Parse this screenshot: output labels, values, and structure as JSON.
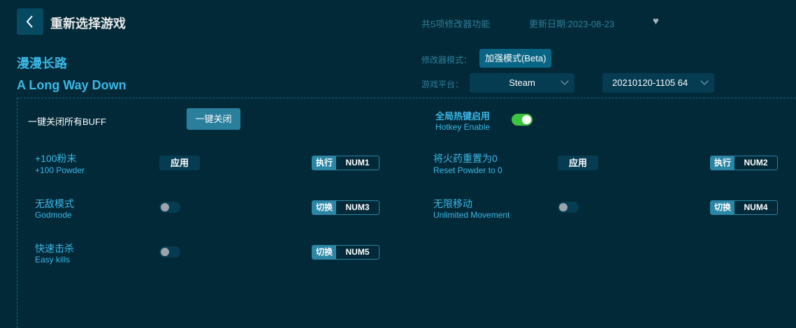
{
  "header": {
    "back_icon": "chevron-left-icon",
    "title": "重新选择游戏",
    "feature_count": "共5项修改器功能",
    "update_date": "更新日期:2023-08-23",
    "favorite_icon": "heart-icon"
  },
  "game": {
    "name_cn": "漫漫长路",
    "name_en": "A Long Way Down"
  },
  "settings": {
    "mode_label": "修改器模式：",
    "mode_value": "加强模式(Beta)",
    "platform_label": "游戏平台：",
    "platform_value": "Steam",
    "version_value": "20210120-1105 64"
  },
  "controls": {
    "close_all_label": "一键关闭所有BUFF",
    "close_all_button": "一键关闭",
    "hotkey_cn": "全局热键启用",
    "hotkey_en": "Hotkey Enable",
    "hotkey_enabled": true
  },
  "cheats": [
    {
      "cn": "+100粉末",
      "en": "+100 Powder",
      "type": "apply",
      "button": "应用",
      "action": "执行",
      "key": "NUM1"
    },
    {
      "cn": "将火药重置为0",
      "en": "Reset Powder to 0",
      "type": "apply",
      "button": "应用",
      "action": "执行",
      "key": "NUM2"
    },
    {
      "cn": "无敌模式",
      "en": "Godmode",
      "type": "toggle",
      "on": false,
      "action": "切换",
      "key": "NUM3"
    },
    {
      "cn": "无限移动",
      "en": "Unlimited Movement",
      "type": "toggle",
      "on": false,
      "action": "切换",
      "key": "NUM4"
    },
    {
      "cn": "快速击杀",
      "en": "Easy kills",
      "type": "toggle",
      "on": false,
      "action": "切换",
      "key": "NUM5"
    }
  ]
}
